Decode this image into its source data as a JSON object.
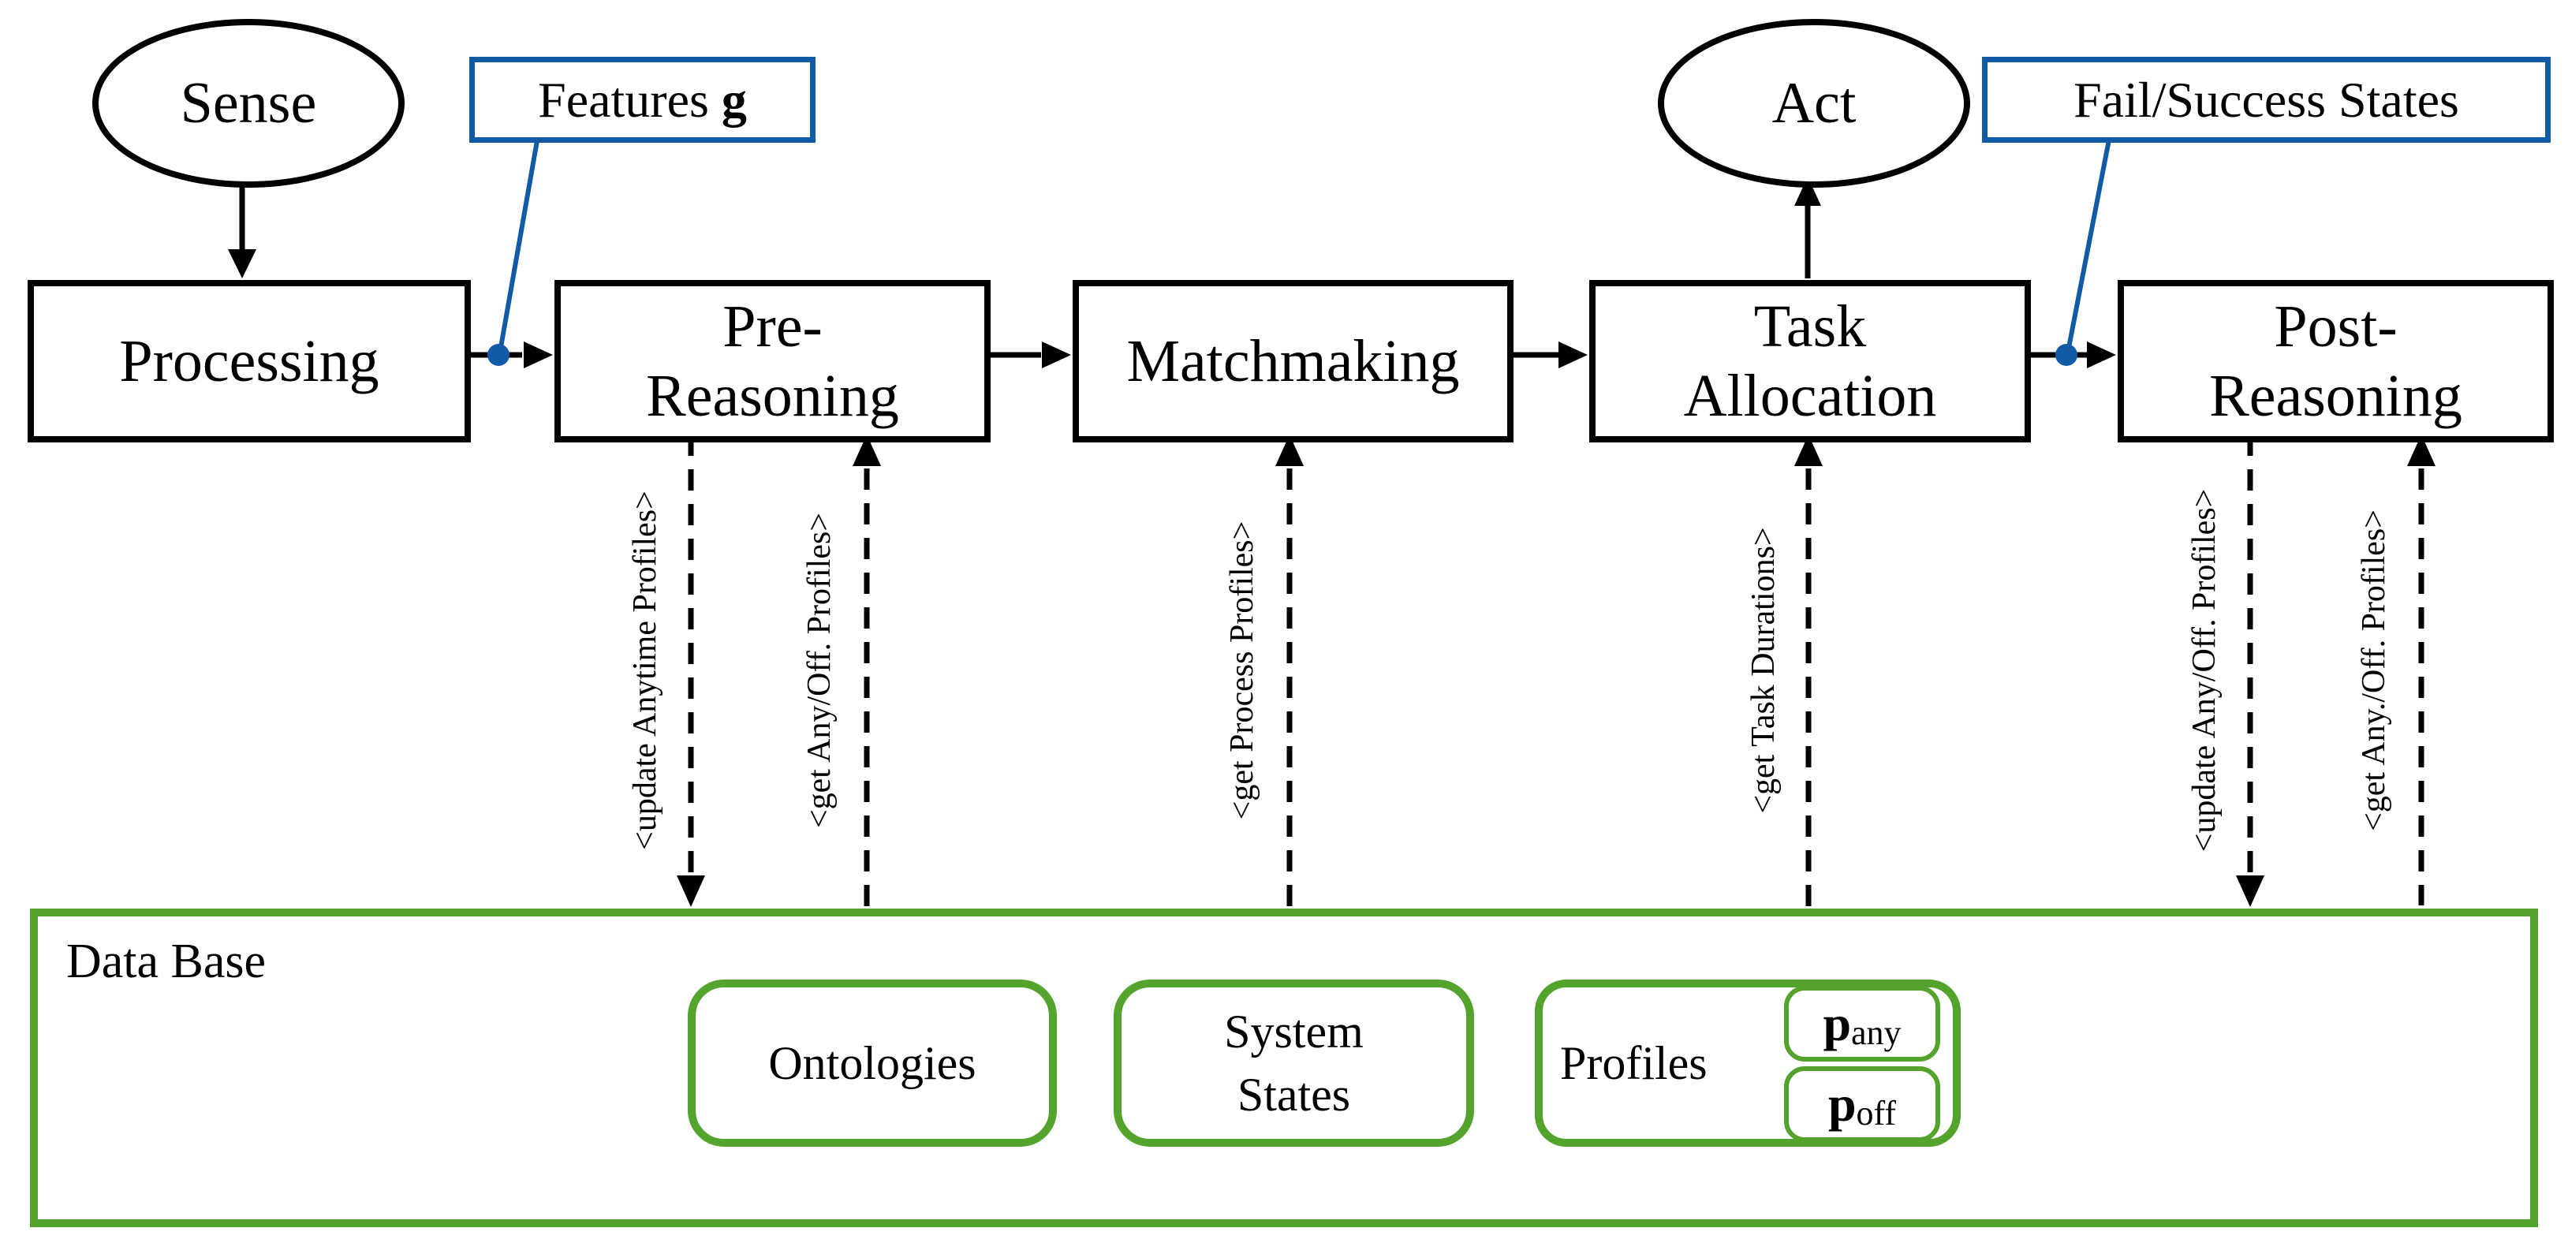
{
  "diagram": {
    "nodes": {
      "sense": "Sense",
      "act": "Act",
      "processing": "Processing",
      "pre_reasoning_line1": "Pre-",
      "pre_reasoning_line2": "Reasoning",
      "matchmaking": "Matchmaking",
      "task_allocation_line1": "Task",
      "task_allocation_line2": "Allocation",
      "post_reasoning_line1": "Post-",
      "post_reasoning_line2": "Reasoning"
    },
    "callouts": {
      "features_text": "Features ",
      "features_symbol": "g",
      "fail_success": "Fail/Success States"
    },
    "db_calls": {
      "update_anytime": "<update Anytime Profiles>",
      "get_any_off": "<get Any/Off. Profiles>",
      "get_process": "<get Process Profiles>",
      "get_task_durations": "<get Task Durations>",
      "update_any_off": "<update Any/Off. Profiles>",
      "get_any_off_post": "<get Any./Off. Profiles>"
    },
    "database": {
      "title": "Data Base",
      "ontologies": "Ontologies",
      "system_states_line1": "System",
      "system_states_line2": "States",
      "profiles": "Profiles",
      "p_symbol": "p",
      "sub_any": "any",
      "sub_off": "off"
    },
    "colors": {
      "green": "#54a32d",
      "blue": "#115aa5",
      "black": "#000000"
    }
  }
}
